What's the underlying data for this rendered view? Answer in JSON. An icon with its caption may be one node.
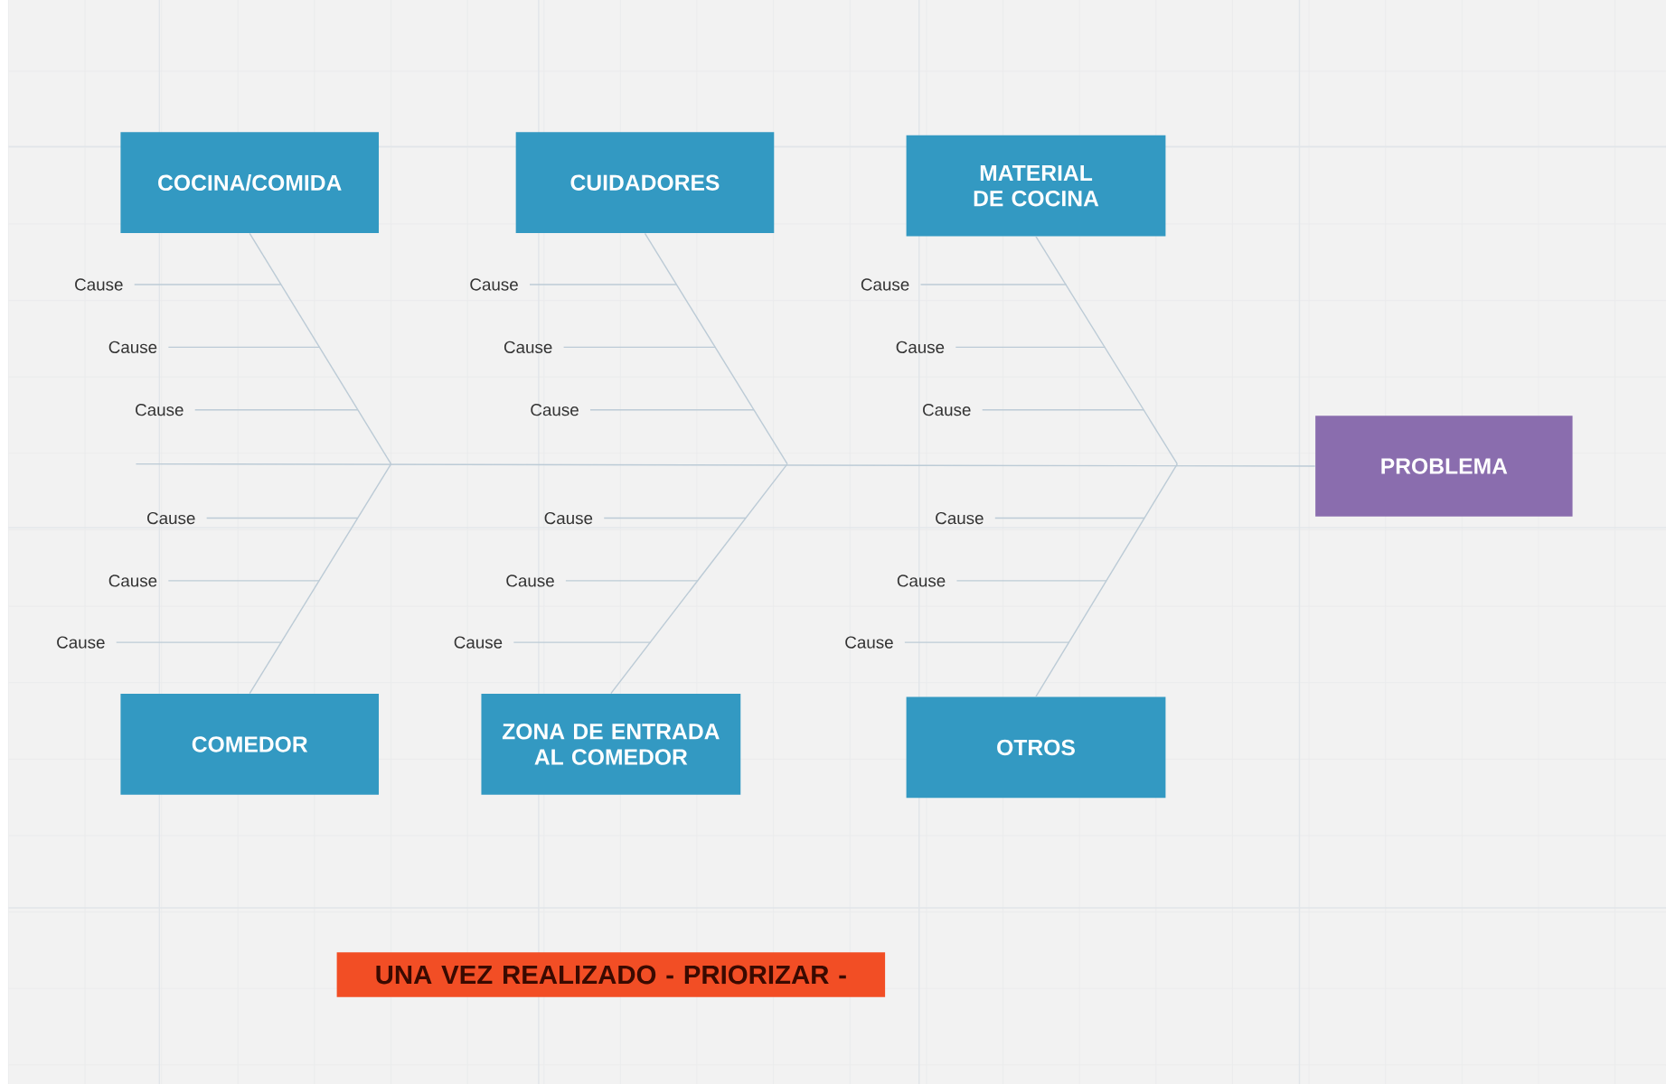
{
  "diagram": {
    "nodes": [
      {
        "text": [
          "COCINA/COMIDA"
        ]
      },
      {
        "text": [
          "CUIDADORES"
        ]
      },
      {
        "text": [
          "MATERIAL DE COCINA"
        ]
      },
      {
        "text": [
          "PROBLEMA"
        ]
      },
      {
        "text": [
          "COMEDOR"
        ]
      },
      {
        "text": [
          "ZONA DE ENTRADA AL COMEDOR"
        ]
      },
      {
        "text": [
          "OTROS"
        ]
      },
      {
        "text": [
          "Cause"
        ]
      },
      {
        "text": [
          "Cause"
        ]
      },
      {
        "text": [
          "Cause"
        ]
      },
      {
        "text": [
          "Cause"
        ]
      },
      {
        "text": [
          "Cause"
        ]
      },
      {
        "text": [
          "Cause"
        ]
      },
      {
        "text": [
          "Cause"
        ]
      },
      {
        "text": [
          "Cause"
        ]
      },
      {
        "text": [
          "Cause"
        ]
      },
      {
        "text": [
          "Cause"
        ]
      },
      {
        "text": [
          "Cause"
        ]
      },
      {
        "text": [
          "Cause"
        ]
      },
      {
        "text": [
          "Cause"
        ]
      },
      {
        "text": [
          "Cause"
        ]
      },
      {
        "text": [
          "Cause"
        ]
      },
      {
        "text": [
          "Cause"
        ]
      },
      {
        "text": [
          "Cause"
        ]
      },
      {
        "text": [
          "Cause"
        ]
      },
      {
        "text": [
          "UNA VEZ REALIZADO - PRIORIZAR -"
        ]
      }
    ],
    "edges": [
      {
        "from": null,
        "to": 3,
        "arrow": "none"
      },
      {
        "from": 0,
        "to": null,
        "arrow": "none"
      },
      {
        "from": 4,
        "to": null,
        "arrow": "none"
      },
      {
        "from": 1,
        "to": null,
        "arrow": "none"
      },
      {
        "from": 5,
        "to": null,
        "arrow": "none"
      },
      {
        "from": 2,
        "to": null,
        "arrow": "none"
      },
      {
        "from": 6,
        "to": null,
        "arrow": "none"
      },
      {
        "from": 7,
        "to": null,
        "arrow": "none"
      },
      {
        "from": 8,
        "to": null,
        "arrow": "none"
      },
      {
        "from": 9,
        "to": null,
        "arrow": "none"
      },
      {
        "from": 10,
        "to": null,
        "arrow": "none"
      },
      {
        "from": 11,
        "to": null,
        "arrow": "none"
      },
      {
        "from": 12,
        "to": null,
        "arrow": "none"
      },
      {
        "from": 13,
        "to": null,
        "arrow": "none"
      },
      {
        "from": 14,
        "to": null,
        "arrow": "none"
      },
      {
        "from": 15,
        "to": null,
        "arrow": "none"
      },
      {
        "from": 16,
        "to": null,
        "arrow": "none"
      },
      {
        "from": 17,
        "to": null,
        "arrow": "none"
      },
      {
        "from": 18,
        "to": null,
        "arrow": "none"
      },
      {
        "from": 19,
        "to": null,
        "arrow": "none"
      },
      {
        "from": 20,
        "to": null,
        "arrow": "none"
      },
      {
        "from": 21,
        "to": null,
        "arrow": "none"
      },
      {
        "from": 22,
        "to": null,
        "arrow": "none"
      },
      {
        "from": 23,
        "to": null,
        "arrow": "none"
      },
      {
        "from": 24,
        "to": null,
        "arrow": "none"
      }
    ]
  }
}
